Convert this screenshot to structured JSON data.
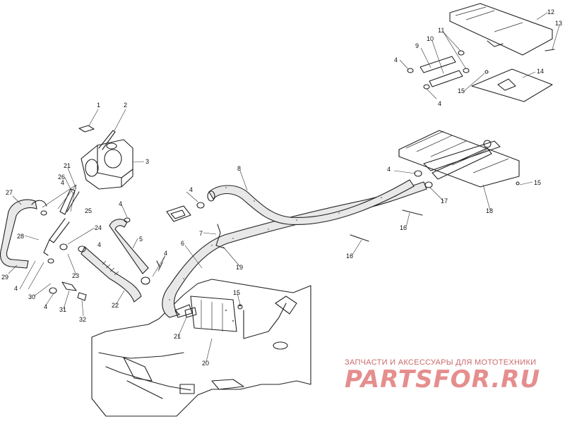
{
  "colors": {
    "line": "#222222",
    "background": "#ffffff",
    "watermark": "#e58e8e"
  },
  "callouts": [
    {
      "id": "c1",
      "text": "1"
    },
    {
      "id": "c2",
      "text": "2"
    },
    {
      "id": "c3",
      "text": "3"
    },
    {
      "id": "c4a",
      "text": "4"
    },
    {
      "id": "c4b",
      "text": "4"
    },
    {
      "id": "c4c",
      "text": "4"
    },
    {
      "id": "c4d",
      "text": "4"
    },
    {
      "id": "c4e",
      "text": "4"
    },
    {
      "id": "c4f",
      "text": "4"
    },
    {
      "id": "c4g",
      "text": "4"
    },
    {
      "id": "c4h",
      "text": "4"
    },
    {
      "id": "c4i",
      "text": "4"
    },
    {
      "id": "c4j",
      "text": "4"
    },
    {
      "id": "c5",
      "text": "5"
    },
    {
      "id": "c6",
      "text": "6"
    },
    {
      "id": "c7",
      "text": "7"
    },
    {
      "id": "c8",
      "text": "8"
    },
    {
      "id": "c9",
      "text": "9"
    },
    {
      "id": "c10",
      "text": "10"
    },
    {
      "id": "c11",
      "text": "11"
    },
    {
      "id": "c12",
      "text": "12"
    },
    {
      "id": "c13",
      "text": "13"
    },
    {
      "id": "c14",
      "text": "14"
    },
    {
      "id": "c15a",
      "text": "15"
    },
    {
      "id": "c15b",
      "text": "15"
    },
    {
      "id": "c15c",
      "text": "15"
    },
    {
      "id": "c16a",
      "text": "16"
    },
    {
      "id": "c16b",
      "text": "16"
    },
    {
      "id": "c17",
      "text": "17"
    },
    {
      "id": "c18",
      "text": "18"
    },
    {
      "id": "c19",
      "text": "19"
    },
    {
      "id": "c20",
      "text": "20"
    },
    {
      "id": "c21a",
      "text": "21"
    },
    {
      "id": "c21b",
      "text": "21"
    },
    {
      "id": "c22",
      "text": "22"
    },
    {
      "id": "c23",
      "text": "23"
    },
    {
      "id": "c24",
      "text": "24"
    },
    {
      "id": "c25",
      "text": "25"
    },
    {
      "id": "c26",
      "text": "26"
    },
    {
      "id": "c27",
      "text": "27"
    },
    {
      "id": "c28",
      "text": "28"
    },
    {
      "id": "c29",
      "text": "29"
    },
    {
      "id": "c30",
      "text": "30"
    },
    {
      "id": "c31",
      "text": "31"
    },
    {
      "id": "c32",
      "text": "32"
    }
  ],
  "watermark": {
    "tagline": "ЗАПЧАСТИ И АКСЕССУАРЫ ДЛЯ МОТОТЕХНИКИ",
    "logo": "PARTSFOR.RU"
  }
}
